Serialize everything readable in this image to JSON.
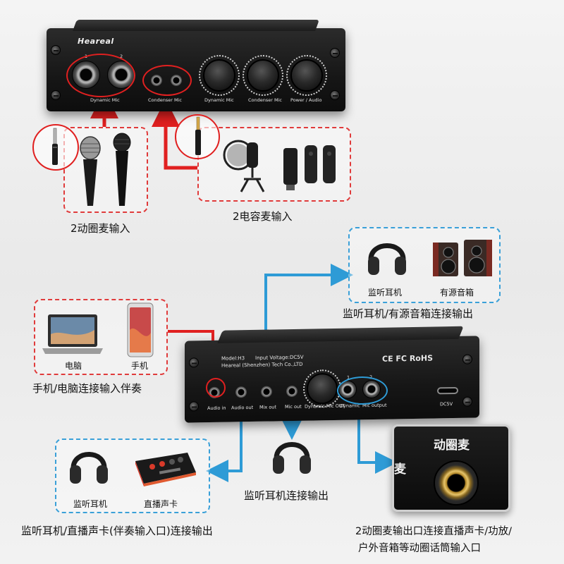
{
  "top_device": {
    "brand": "Heareal",
    "jack_numbers": [
      "1",
      "2"
    ],
    "labels": {
      "dynamic_mic": "Dynamic Mic",
      "condenser_mic": "Condenser Mic",
      "knob_dynamic": "Dynamic Mic",
      "knob_condenser": "Condenser Mic",
      "knob_power": "Power / Audio"
    }
  },
  "captions": {
    "dynamic_input": "2动圈麦输入",
    "condenser_input": "2电容麦输入",
    "monitor_out_top": "监听耳机/有源音箱连接输出",
    "phone_pc_input": "手机/电脑连接输入伴奏",
    "monitor_headphone_out": "监听耳机连接输出",
    "monitor_soundcard_out": "监听耳机/直播声卡(伴奏输入口)连接输出",
    "dynamic_out_line1": "2动圈麦输出口连接直播声卡/功放/",
    "dynamic_out_line2": "户外音箱等动圈话筒输入口"
  },
  "item_labels": {
    "headphones_1": "监听耳机",
    "active_speakers": "有源音箱",
    "computer": "电脑",
    "phone": "手机",
    "headphones_2": "监听耳机",
    "live_soundcard": "直播声卡"
  },
  "bottom_device": {
    "model": "Model:H3",
    "input_voltage": "Input Voltage:DC5V",
    "company": "Heareal (Shenzhen) Tech Co.,LTD",
    "certs": "CE FC RoHS",
    "jack_numbers": [
      "1",
      "2"
    ],
    "labels": {
      "audio_in": "Audio in",
      "audio_out": "Audio out",
      "mix_out": "Mix out",
      "mic_out": "Mic out",
      "dynamic_mic_out": "Dynamic Mic OUT",
      "dynamic": "Dynamic",
      "mic_output": "Mic output",
      "dc5v": "DC5V"
    }
  },
  "zoom_panel": {
    "title": "动圈麦",
    "side_char": "麦"
  },
  "colors": {
    "red": "#e02020",
    "blue": "#2e9bd6"
  }
}
